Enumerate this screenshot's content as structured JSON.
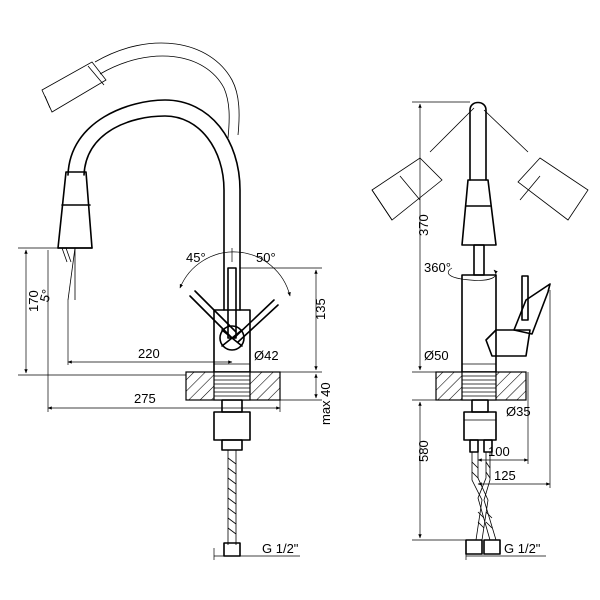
{
  "left_view": {
    "angle_left_swing": "45°",
    "angle_right_swing": "50°",
    "angle_spout_tilt": "5°",
    "dim_height_spout": "170",
    "dim_reach_220": "220",
    "dim_diameter_body": "Ø42",
    "dim_height_lever": "135",
    "dim_reach_275": "275",
    "dim_max_thickness": "max 40",
    "dim_thread": "G 1/2\""
  },
  "right_view": {
    "dim_total_height": "370",
    "angle_rotation": "360°",
    "dim_diameter_body": "Ø50",
    "dim_diameter_shank": "Ø35",
    "dim_depth_100": "100",
    "dim_depth_125": "125",
    "dim_hose_length": "580",
    "dim_thread": "G 1/2\""
  }
}
